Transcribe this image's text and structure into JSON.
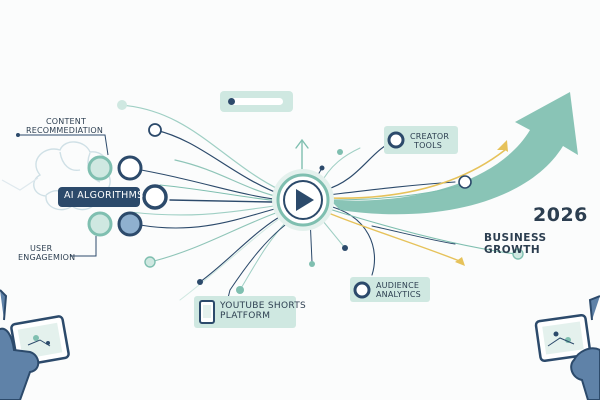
{
  "labels": {
    "content_rec_line1": "CONTENT",
    "content_rec_line2": "RECOMMEDIATION",
    "ai_algorithms": "AI ALGORITHMS",
    "user_eng_line1": "USER",
    "user_eng_line2": "ENGAGEMION",
    "creator_tools_line1": "CREATOR",
    "creator_tools_line2": "TOOLS",
    "audience_analytics_line1": "AUDIENCE",
    "audience_analytics_line2": "ANALYTICS",
    "youtube_shorts_line1": "YOUTUBE SHORTS",
    "youtube_shorts_line2": "PLATFORM",
    "year": "2026",
    "business_growth": "BUSINESS GROWTH"
  },
  "icons": {
    "center": "play-icon",
    "left_cluster": "brain-icon",
    "platform": "smartphone-icon",
    "tablets": "tablet-hand-icon",
    "growth": "growth-arrow-icon"
  },
  "colors": {
    "navy": "#2c4a6b",
    "teal": "#7fbfb0",
    "teal_light": "#cfe8e1",
    "gold": "#e6c25a",
    "blue": "#5f82a8",
    "text": "#2c3e50"
  }
}
